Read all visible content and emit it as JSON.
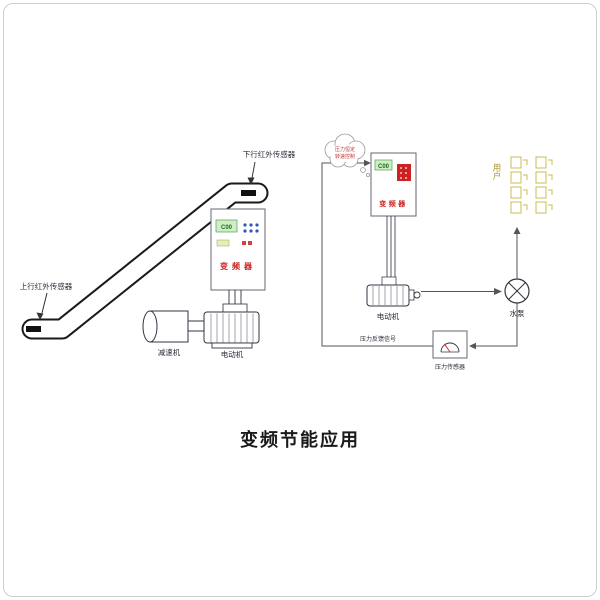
{
  "frame": {
    "title": "变频节能应用"
  },
  "escalator": {
    "top_sensor_label": "下行红外传感器",
    "bottom_sensor_label": "上行红外传感器",
    "inverter": {
      "name": "变频器",
      "display": "C00"
    },
    "reducer_label": "减速机",
    "motor_label": "电动机"
  },
  "pump_system": {
    "cloud": {
      "line1": "压力恒定",
      "line2": "转速控制"
    },
    "inverter": {
      "name": "变频器",
      "display": "C00"
    },
    "motor_label": "电动机",
    "pump_label": "水泵",
    "users_label": "用户",
    "pressure_sensor_label": "压力传感器",
    "feedback_signal_label": "压力反馈信号"
  },
  "colors": {
    "line": "#555555",
    "accent_red": "#cc2222",
    "display_green": "#cfeec6",
    "users_yellow": "#c9bc55"
  }
}
